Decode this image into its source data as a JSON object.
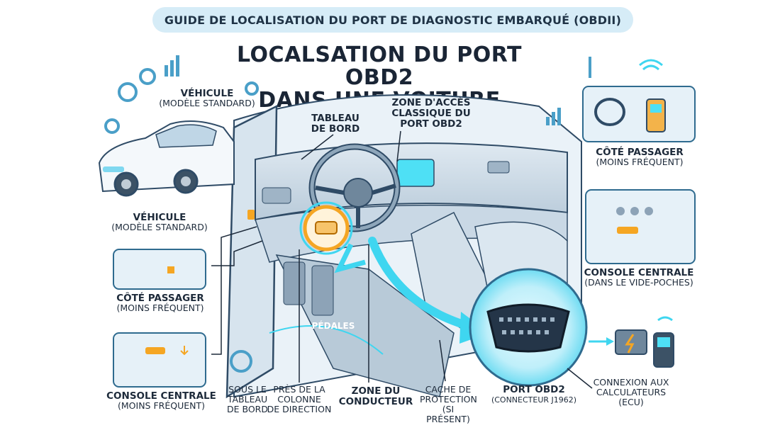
{
  "banner": "GUIDE DE LOCALISATION DU PORT DE DIAGNOSTIC EMBARQUÉ (OBDII)",
  "title": {
    "line1": "LOCALSATION DU PORT OBD2",
    "line2": "DANS UNE VOITURE"
  },
  "labels": {
    "vehicle_top": {
      "l1": "VÉHICULE",
      "l2": "(MODÈLE STANDARD)"
    },
    "vehicle_mid": {
      "l1": "VÉHICULE",
      "l2": "(MODÈLE STANDARD)"
    },
    "dashboard": {
      "l1": "TABLEAU",
      "l2": "DE BORD"
    },
    "classic_zone": {
      "l1": "ZONE D'ACCÈS",
      "l2": "CLASSIQUE DU",
      "l3": "PORT OBD2"
    },
    "passenger_left": {
      "l1": "CÔTÉ PASSAGER",
      "l2": "(MOINS FRÉQUENT)"
    },
    "console_left": {
      "l1": "CONSOLE CENTRALE",
      "l2": "(MOINS FRÉQUENT)"
    },
    "under_dash": {
      "l1": "SOUS LE",
      "l2": "TABLEAU",
      "l3": "DE BORD"
    },
    "near_column": {
      "l1": "PRÈS DE LA",
      "l2": "COLONNE",
      "l3": "DE DIRECTION"
    },
    "driver_zone": {
      "l1": "ZONE DU",
      "l2": "CONDUCTEUR"
    },
    "cover": {
      "l1": "CACHE DE",
      "l2": "PROTECTION",
      "l3": "(SI PRÉSENT)"
    },
    "port": {
      "l1": "PORT OBD2",
      "l2": "(CONNECTEUR J1962)"
    },
    "ecu": {
      "l1": "CONNEXION AUX",
      "l2": "CALCULATEURS",
      "l3": "(ECU)"
    },
    "passenger_right": {
      "l1": "CÔTÉ PASSAGER",
      "l2": "(MOINS FRÉQUENT)"
    },
    "console_right": {
      "l1": "CONSOLE CENTRALE",
      "l2": "(DANS LE VIDE-POCHES)"
    },
    "pedals": "PÉDALES"
  },
  "colors": {
    "accent": "#2f6b8f",
    "glow": "#3fd6f0",
    "highlight": "#f5a623",
    "banner": "#d6ecf7"
  },
  "icons": [
    "gear-icon",
    "chart-icon",
    "wifi-icon",
    "obd-scanner-icon",
    "engine-icon",
    "obd-connector-icon"
  ]
}
